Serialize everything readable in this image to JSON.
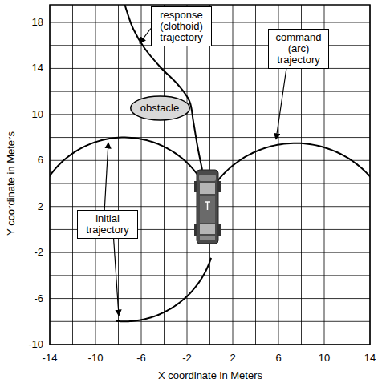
{
  "diagram": {
    "nodes": [
      {
        "text": [
          "response (clothoid) trajectory"
        ]
      },
      {
        "text": [
          "command (arc) trajectory"
        ]
      },
      {
        "text": [
          "obstacle"
        ]
      },
      {
        "text": [
          "initial trajectory"
        ]
      }
    ],
    "labels": [
      "18",
      "14",
      "10",
      "6",
      "2",
      "-2",
      "-6",
      "-10",
      "-14",
      "-10",
      "-6",
      "-2",
      "2",
      "6",
      "10",
      "14",
      "Y coordinate in Meters",
      "X coordinate in Meters"
    ]
  }
}
